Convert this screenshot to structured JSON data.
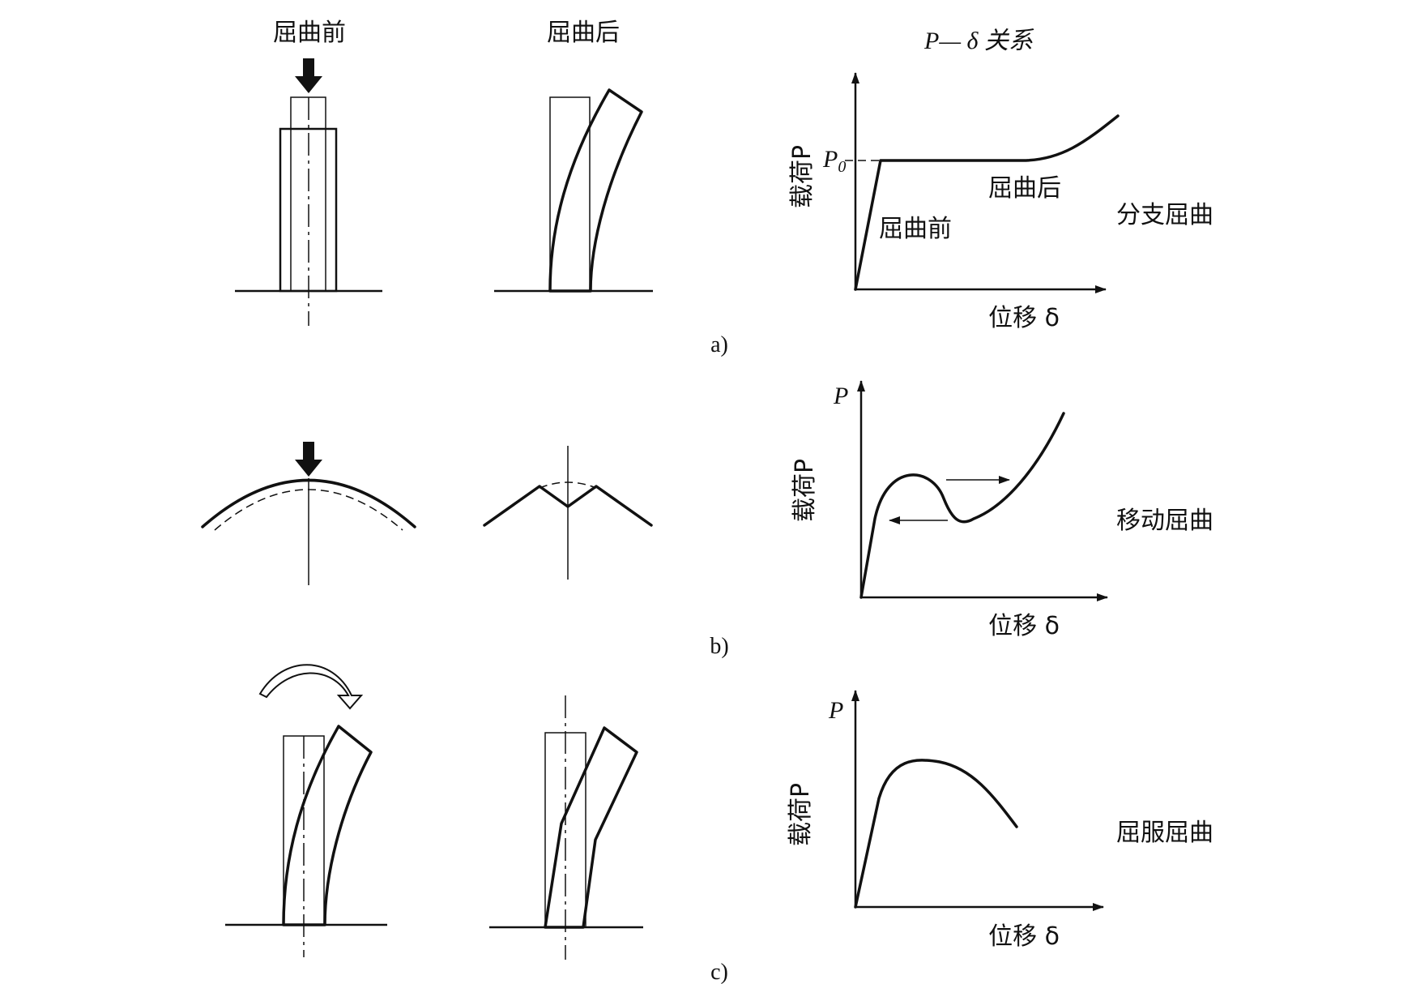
{
  "headers": {
    "before": "屈曲前",
    "after": "屈曲后",
    "relation": "P— δ 关系"
  },
  "rows": [
    {
      "label": "a)",
      "type_name": "分支屈曲",
      "chart": {
        "y_axis": "载荷P",
        "x_axis": "位移 δ",
        "p0_label": "P",
        "p0_sub": "0",
        "before_label": "屈曲前",
        "after_label": "屈曲后"
      }
    },
    {
      "label": "b)",
      "type_name": "移动屈曲",
      "chart": {
        "y_axis": "载荷P",
        "x_axis": "位移 δ",
        "top_label": "P"
      }
    },
    {
      "label": "c)",
      "type_name": "屈服屈曲",
      "chart": {
        "y_axis": "载荷P",
        "x_axis": "位移 δ",
        "top_label": "P"
      }
    }
  ]
}
